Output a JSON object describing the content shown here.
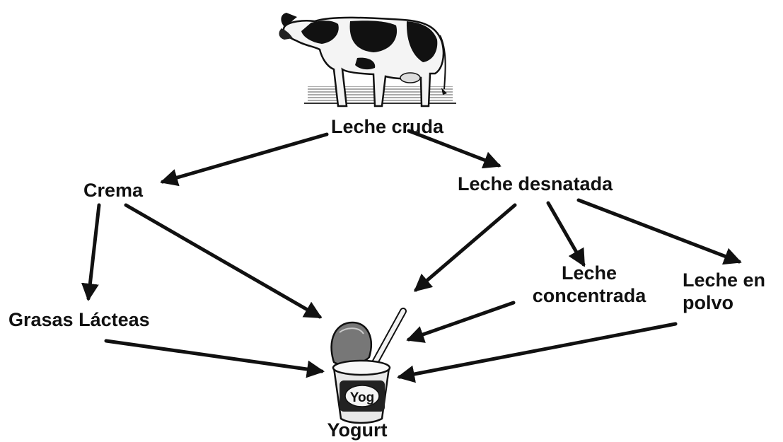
{
  "diagram": {
    "nodes": {
      "leche_cruda": "Leche cruda",
      "crema": "Crema",
      "leche_desnatada": "Leche desnatada",
      "grasas_lacteas": "Grasas Lácteas",
      "leche_concentrada": "Leche concentrada",
      "leche_en_polvo": "Leche en polvo",
      "yogurt": "Yogurt"
    },
    "images": {
      "source": "cow-illustration",
      "product": "yogurt-cup-illustration",
      "product_label": "Yog"
    },
    "edges": [
      {
        "from": "leche_cruda",
        "to": "crema"
      },
      {
        "from": "leche_cruda",
        "to": "leche_desnatada"
      },
      {
        "from": "crema",
        "to": "grasas_lacteas"
      },
      {
        "from": "crema",
        "to": "yogurt"
      },
      {
        "from": "leche_desnatada",
        "to": "yogurt"
      },
      {
        "from": "leche_desnatada",
        "to": "leche_concentrada"
      },
      {
        "from": "leche_desnatada",
        "to": "leche_en_polvo"
      },
      {
        "from": "grasas_lacteas",
        "to": "yogurt"
      },
      {
        "from": "leche_concentrada",
        "to": "yogurt"
      },
      {
        "from": "leche_en_polvo",
        "to": "yogurt"
      }
    ]
  }
}
